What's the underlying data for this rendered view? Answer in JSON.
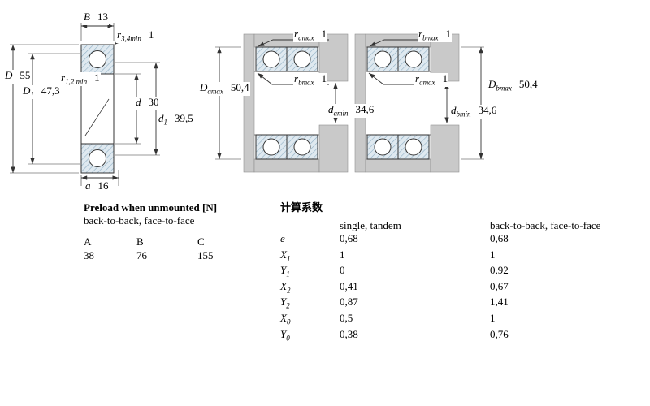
{
  "bearing_drawing": {
    "dims": {
      "B": {
        "main": "B",
        "sub": "",
        "value": "13"
      },
      "r34": {
        "main": "r",
        "sub": "3,4min",
        "value": "1"
      },
      "D": {
        "main": "D",
        "sub": "",
        "value": "55"
      },
      "D1": {
        "main": "D",
        "sub": "1",
        "value": "47,3"
      },
      "r12": {
        "main": "r",
        "sub": "1,2 min",
        "value": "1"
      },
      "d": {
        "main": "d",
        "sub": "",
        "value": "30"
      },
      "d1": {
        "main": "d",
        "sub": "1",
        "value": "39,5"
      },
      "a": {
        "main": "a",
        "sub": "",
        "value": "16"
      }
    }
  },
  "arrangement_dims": {
    "r_amax": {
      "main": "r",
      "sub": "amax",
      "value": "1"
    },
    "r_bmax": {
      "main": "r",
      "sub": "bmax",
      "value": "1"
    },
    "D_amax": {
      "main": "D",
      "sub": "amax",
      "value": "50,4"
    },
    "d_amin": {
      "main": "d",
      "sub": "amin",
      "value": "34,6"
    },
    "D_bmax": {
      "main": "D",
      "sub": "bmax",
      "value": "50,4"
    },
    "d_bmin": {
      "main": "d",
      "sub": "bmin",
      "value": "34,6"
    }
  },
  "preload_table": {
    "title": "Preload when unmounted [N]",
    "subtitle": "back-to-back, face-to-face",
    "headers": [
      "A",
      "B",
      "C"
    ],
    "values": [
      "38",
      "76",
      "155"
    ]
  },
  "factors_table": {
    "title": "计算系数",
    "col_headers": [
      "single, tandem",
      "back-to-back, face-to-face"
    ],
    "rows": [
      {
        "main": "e",
        "sub": "",
        "v1": "0,68",
        "v2": "0,68"
      },
      {
        "main": "X",
        "sub": "1",
        "v1": "1",
        "v2": "1"
      },
      {
        "main": "Y",
        "sub": "1",
        "v1": "0",
        "v2": "0,92"
      },
      {
        "main": "X",
        "sub": "2",
        "v1": "0,41",
        "v2": "0,67"
      },
      {
        "main": "Y",
        "sub": "2",
        "v1": "0,87",
        "v2": "1,41"
      },
      {
        "main": "X",
        "sub": "0",
        "v1": "0,5",
        "v2": "1"
      },
      {
        "main": "Y",
        "sub": "0",
        "v1": "0,38",
        "v2": "0,76"
      }
    ]
  },
  "colors": {
    "hatch_fill": "#dfe9f0",
    "hatch_line": "#8fafc4",
    "component_gray": "#c9c9c9",
    "line": "#333333"
  }
}
